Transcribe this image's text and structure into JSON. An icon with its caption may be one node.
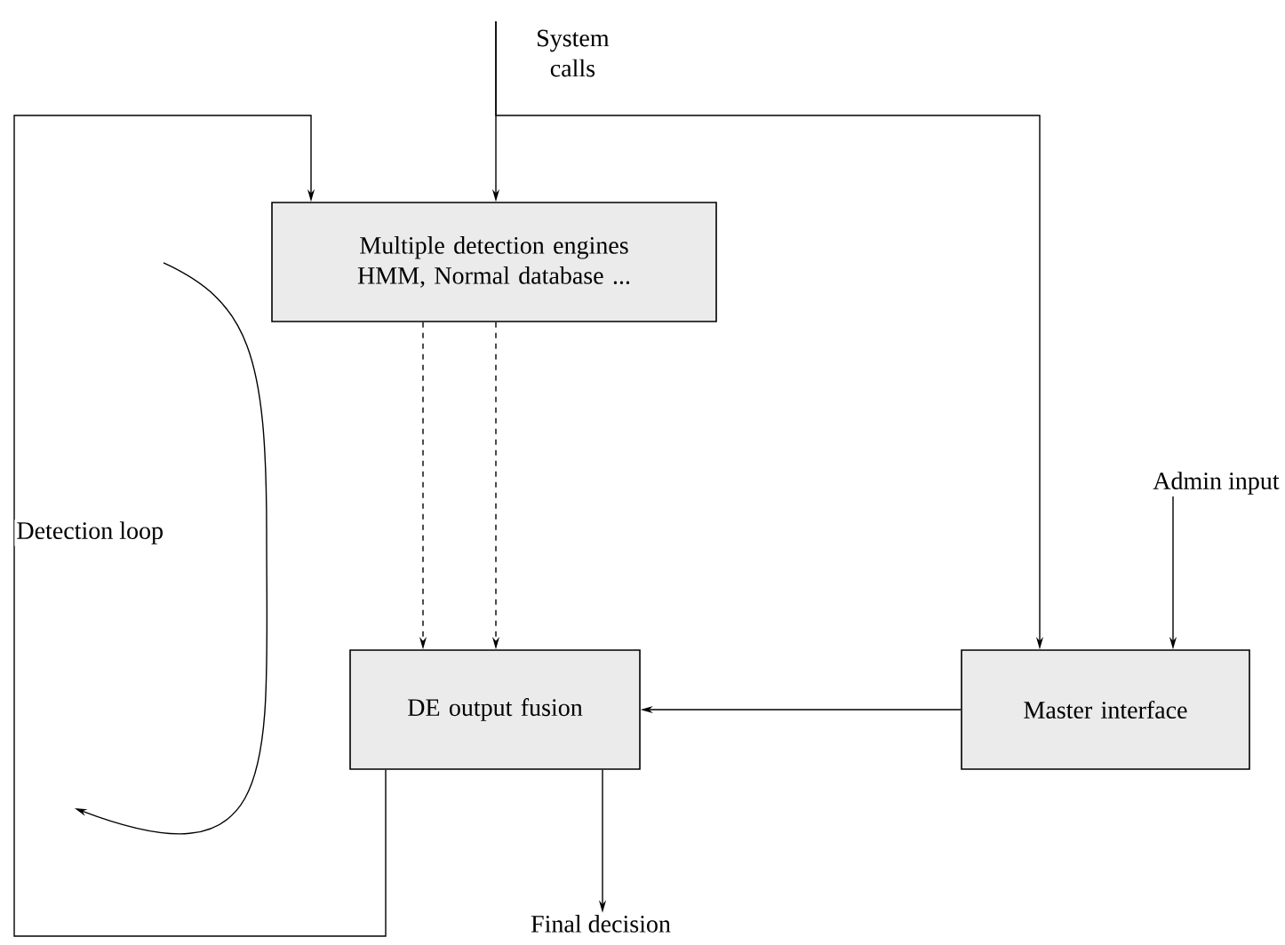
{
  "diagram": {
    "nodes": [
      {
        "text": [
          "System calls"
        ]
      },
      {
        "text": [
          "Multiple detection engines HMM, Normal database ..."
        ]
      },
      {
        "text": [
          "Admin input"
        ]
      },
      {
        "text": [
          "DE output fusion"
        ]
      },
      {
        "text": [
          "Master interface"
        ]
      },
      {
        "text": [
          "Final decision"
        ]
      }
    ],
    "edges": [
      {
        "from": 0,
        "to": 1,
        "arrow": "to"
      },
      {
        "from": 0,
        "to": 4,
        "arrow": "to"
      },
      {
        "from": 3,
        "to": 1,
        "arrow": "to"
      },
      {
        "from": 1,
        "to": 3,
        "arrow": "to",
        "style": "dashed"
      },
      {
        "from": 1,
        "to": 3,
        "arrow": "to",
        "style": "dashed"
      },
      {
        "from": 4,
        "to": 3,
        "arrow": "to"
      },
      {
        "from": 2,
        "to": 4,
        "arrow": "to"
      },
      {
        "from": 3,
        "to": 5,
        "arrow": "to"
      }
    ],
    "labels": [
      "Detection loop"
    ]
  }
}
